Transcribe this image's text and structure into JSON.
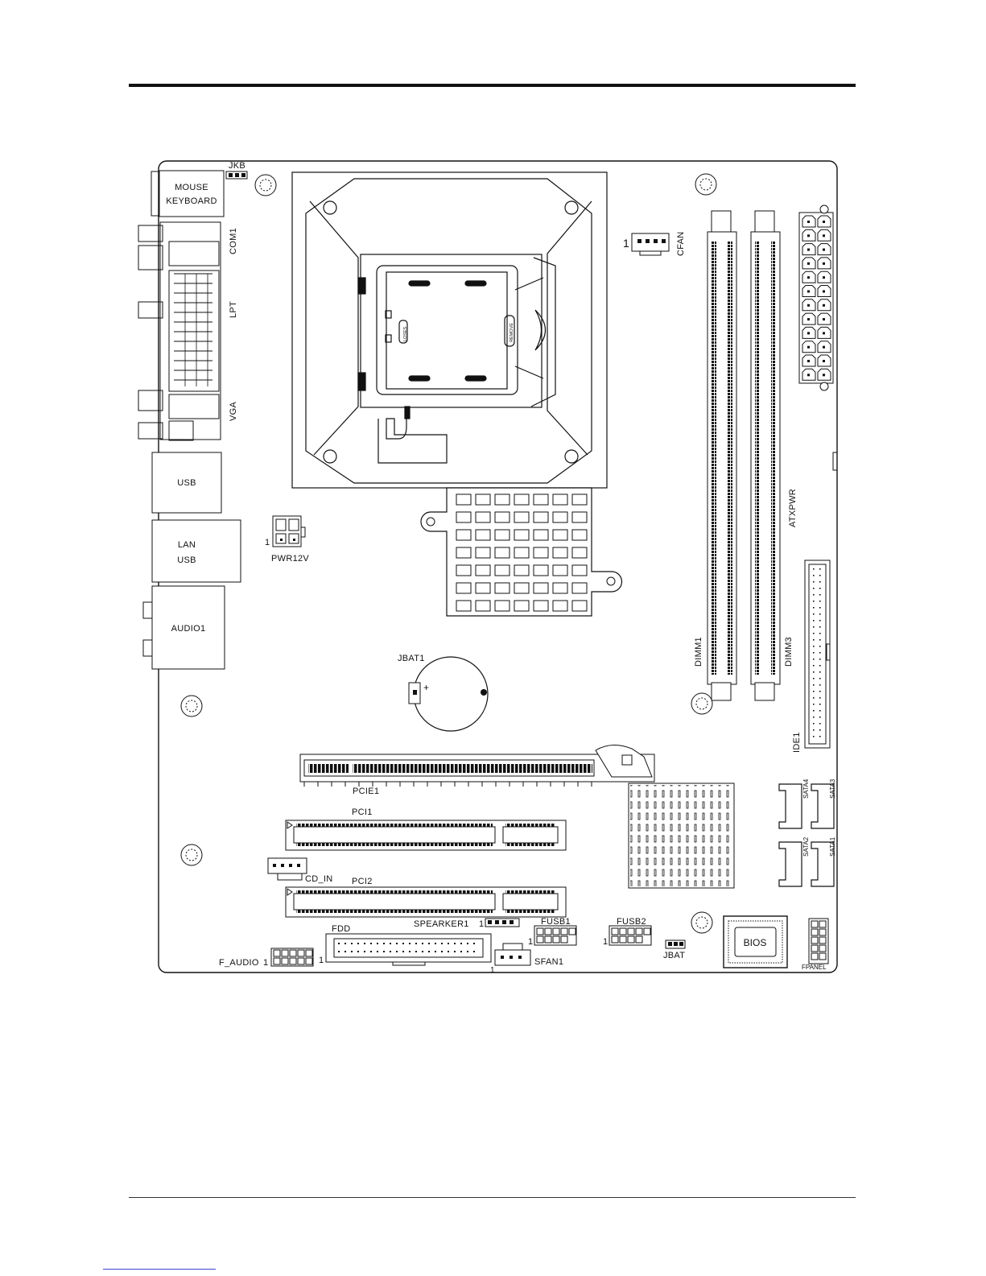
{
  "labels": {
    "jkb": "JKB",
    "mouse": "MOUSE",
    "keyboard": "KEYBOARD",
    "com1": "COM1",
    "lpt": "LPT",
    "vga": "VGA",
    "usb": "USB",
    "lan": "LAN",
    "lan_usb": "USB",
    "audio1": "AUDIO1",
    "pwr12v": "PWR12V",
    "pwr12v_pin1": "1",
    "cfan": "CFAN",
    "cfan_pin1": "1",
    "socket_latch_left": "LOSES",
    "socket_latch_right": "REMOVE",
    "dimm1": "DIMM1",
    "dimm3": "DIMM3",
    "atxpwr": "ATXPWR",
    "ide1": "IDE1",
    "jbat1": "JBAT1",
    "pcie1": "PCIE1",
    "pci1": "PCI1",
    "pci2": "PCI2",
    "cd_in": "CD_IN",
    "sata1": "SATA1",
    "sata2": "SATA2",
    "sata3": "SATA3",
    "sata4": "SATA4",
    "speaker1": "SPEARKER1",
    "speaker1_pin1": "1",
    "fusb1": "FUSB1",
    "fusb1_pin1": "1",
    "fusb2": "FUSB2",
    "fusb2_pin1": "1",
    "fdd": "FDD",
    "fdd_pin1": "1",
    "sfan1": "SFAN1",
    "sfan1_pin1": "1",
    "jbat": "JBAT",
    "bios": "BIOS",
    "fpanel": "FPANEL",
    "f_audio": "F_AUDIO",
    "f_audio_pin1": "1"
  }
}
